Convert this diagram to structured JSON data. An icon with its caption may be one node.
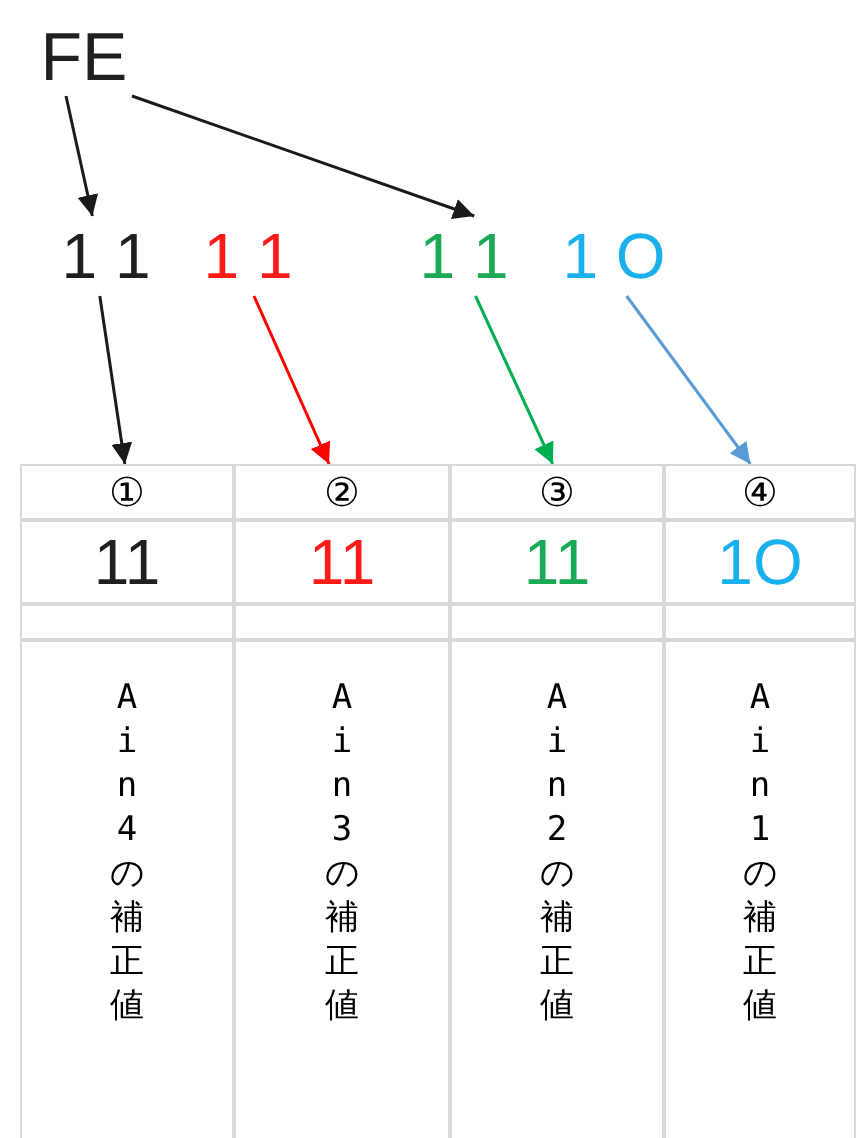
{
  "diagram": {
    "nodes": [
      {
        "text": [
          "FE"
        ]
      },
      {
        "text": [
          "1 1"
        ]
      },
      {
        "text": [
          "1 1"
        ]
      },
      {
        "text": [
          "1 1"
        ]
      },
      {
        "text": [
          "1 O"
        ]
      },
      {
        "text": [
          "①"
        ]
      },
      {
        "text": [
          "②"
        ]
      },
      {
        "text": [
          "③"
        ]
      },
      {
        "text": [
          "④"
        ]
      }
    ],
    "edges": [
      {
        "from": 0,
        "to": 1,
        "arrow": "to"
      },
      {
        "from": 0,
        "to": 3,
        "arrow": "to"
      },
      {
        "from": 1,
        "to": 5,
        "arrow": "to"
      },
      {
        "from": 2,
        "to": 6,
        "arrow": "to",
        "color": "#ff0000"
      },
      {
        "from": 3,
        "to": 7,
        "arrow": "to",
        "color": "#00b050"
      },
      {
        "from": 4,
        "to": 8,
        "arrow": "to",
        "color": "#5b9bd5"
      }
    ],
    "labels": [
      "11",
      "11",
      "11",
      "1O",
      "Ain4の補正値",
      "Ain3の補正値",
      "Ain2の補正値",
      "Ain1の補正値"
    ]
  }
}
